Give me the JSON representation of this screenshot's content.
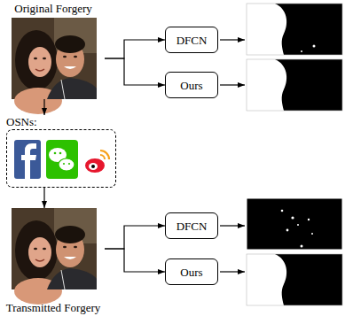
{
  "diagram": {
    "nodes": [
      {
        "text": [
          "Original Forgery"
        ]
      },
      {
        "text": [
          "DFCN"
        ]
      },
      {
        "text": [
          "Ours"
        ]
      },
      {
        "text": [
          "OSNs:"
        ]
      },
      {
        "text": [
          "Transmitted Forgery"
        ]
      },
      {
        "text": [
          "DFCN"
        ]
      },
      {
        "text": [
          "Ours"
        ]
      }
    ],
    "edges": [
      {
        "from": 0,
        "to": 1,
        "arrow": "to"
      },
      {
        "from": 0,
        "to": 2,
        "arrow": "to"
      },
      {
        "from": 0,
        "to": 3,
        "arrow": "to"
      },
      {
        "from": 3,
        "to": 4,
        "arrow": "to"
      },
      {
        "from": 4,
        "to": 5,
        "arrow": "to"
      },
      {
        "from": 4,
        "to": 6,
        "arrow": "to"
      }
    ]
  }
}
